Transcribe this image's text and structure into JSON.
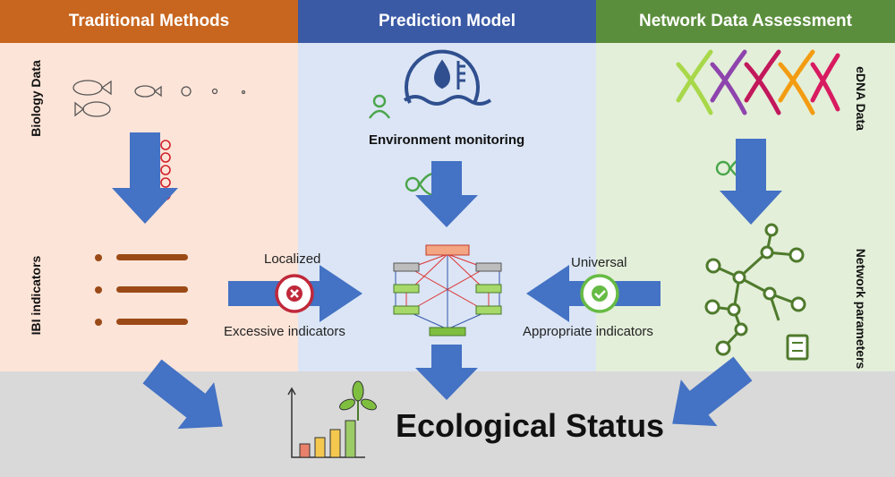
{
  "columns": {
    "left": {
      "title": "Traditional Methods",
      "header_color": "#c8651e",
      "bg_color": "#fde4d8"
    },
    "middle": {
      "title": "Prediction Model",
      "header_color": "#3b5aa6",
      "bg_color": "#dbe5f5"
    },
    "right": {
      "title": "Network Data Assessment",
      "header_color": "#5b8e3c",
      "bg_color": "#e3efd9"
    }
  },
  "side_labels": {
    "biology_data": "Biology Data",
    "ibi_indicators": "IBI indicators",
    "edna_data": "eDNA Data",
    "network_parameters": "Network parameters"
  },
  "labels": {
    "environment_monitoring": "Environment monitoring",
    "localized": "Localized",
    "excessive_indicators": "Excessive indicators",
    "universal": "Universal",
    "appropriate_indicators": "Appropriate indicators"
  },
  "footer": {
    "title": "Ecological Status",
    "band_color": "#d9d9d9"
  },
  "colors": {
    "arrow": "#4472c4",
    "cross": "#c0283a",
    "check": "#66bb44",
    "ibi_bullet": "#9b4a17",
    "network": "#4f7a2c"
  },
  "icons": {
    "fish": "fish-icon",
    "chain": "chain-icon",
    "water_monitor": "water-monitoring-icon",
    "person": "person-icon",
    "split": "split-icon",
    "dna": "dna-icon",
    "network": "network-graph-icon",
    "flowchart": "flowchart-model-icon",
    "cross": "cross-icon",
    "check": "check-icon",
    "bar_chart": "bar-chart-icon",
    "plant": "plant-icon"
  }
}
